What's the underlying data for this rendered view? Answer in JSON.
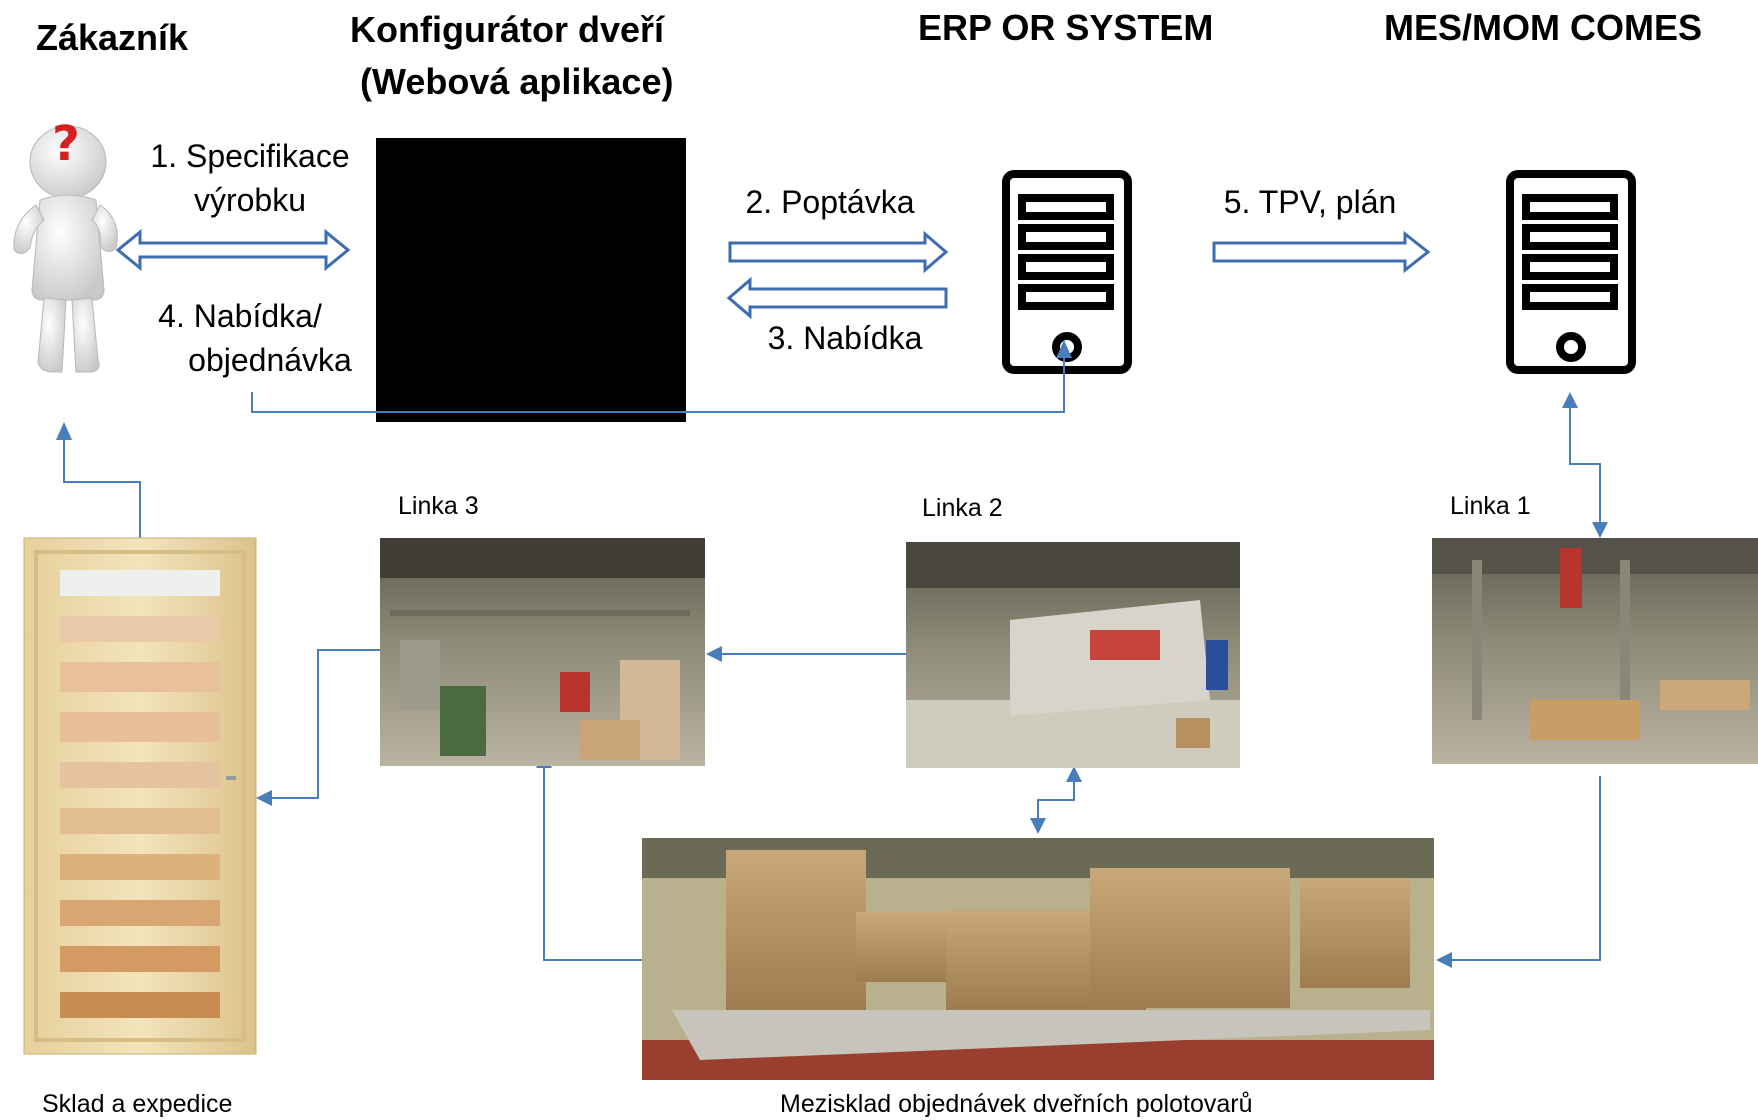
{
  "headings": {
    "customer": "Zákazník",
    "configurator_line1": "Konfigurátor dveří",
    "configurator_line2": "(Webová aplikace)",
    "erp": "ERP OR SYSTEM",
    "mes": "MES/MOM COMES"
  },
  "flows": {
    "step1_line1": "1. Specifikace",
    "step1_line2": "výrobku",
    "step2": "2. Poptávka",
    "step3": "3. Nabídka",
    "step4_line1": "4. Nabídka/",
    "step4_line2": "objednávka",
    "step5": "5. TPV, plán"
  },
  "lines": {
    "line1": "Linka 1",
    "line2": "Linka 2",
    "line3": "Linka 3"
  },
  "captions": {
    "warehouse": "Sklad a expedice",
    "buffer": "Mezisklad objednávek dveřních polotovarů"
  },
  "colors": {
    "connector": "#4a7ebb",
    "outline_arrow": "#3d6cb0",
    "server": "#000000"
  }
}
